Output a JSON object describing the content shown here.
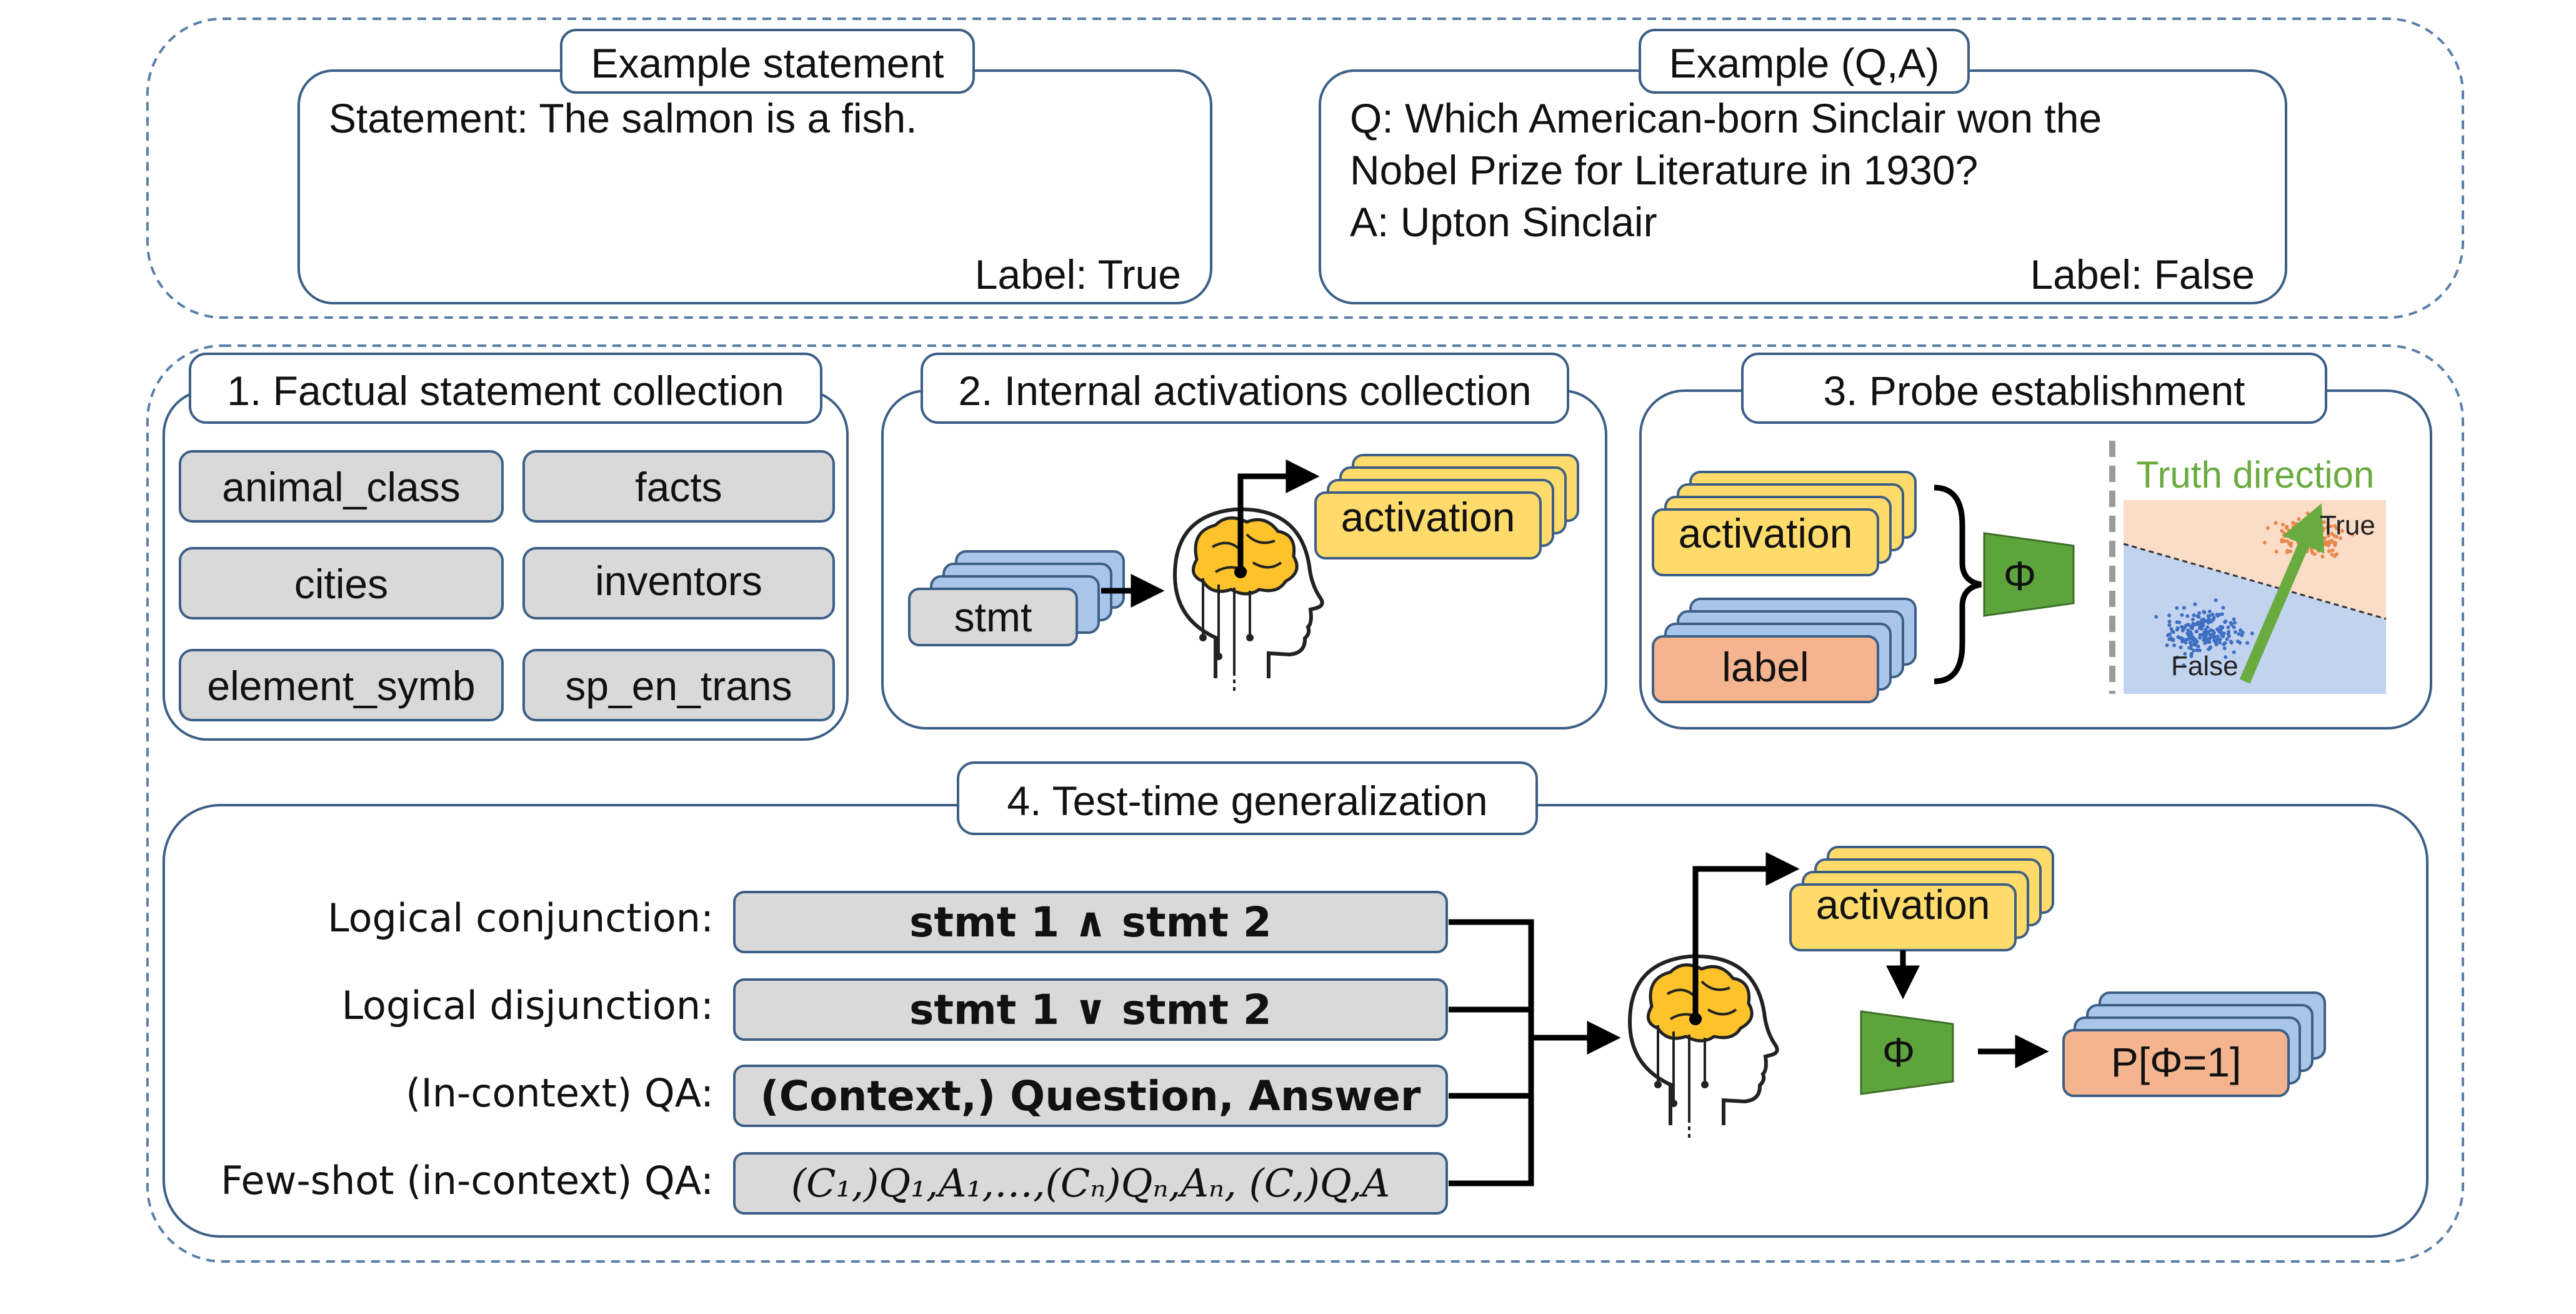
{
  "top": {
    "statement_tab": "Example statement",
    "statement_text": "Statement: The salmon is a fish.",
    "statement_label": "Label: True",
    "qa_tab": "Example (Q,A)",
    "qa_lines": [
      "Q: Which American-born Sinclair won the",
      "Nobel Prize for Literature in 1930?",
      "A: Upton Sinclair"
    ],
    "qa_label": "Label: False"
  },
  "step1": {
    "title": "1. Factual statement collection",
    "datasets": [
      "animal_class",
      "facts",
      "cities",
      "inventors",
      "element_symb",
      "sp_en_trans"
    ]
  },
  "step2": {
    "title": "2. Internal activations collection",
    "input": "stmt",
    "output": "activation"
  },
  "step3": {
    "title": "3. Probe establishment",
    "activation": "activation",
    "label": "label",
    "phi": "Φ",
    "truth_direction": "Truth direction",
    "true_label": "True",
    "false_label": "False"
  },
  "step4": {
    "title": "4. Test-time generalization",
    "rows": [
      {
        "label": "Logical conjunction:",
        "content": "stmt 1 ∧ stmt 2"
      },
      {
        "label": "Logical disjunction:",
        "content": "stmt 1 ∨ stmt 2"
      },
      {
        "label": "(In-context) QA:",
        "content": "(Context,) Question, Answer"
      },
      {
        "label": "Few-shot (in-context) QA:",
        "content": "(C₁,)Q₁,A₁,…,(Cₙ)Qₙ,Aₙ, (C,)Q,A"
      }
    ],
    "activation": "activation",
    "phi": "Φ",
    "output": "P[Φ=1]"
  },
  "colors": {
    "border": "#3d5f86",
    "gray": "#d9d9d9",
    "yellow": "#fedb6a",
    "blue": "#a9c6ea",
    "orange": "#f4b48f",
    "green": "#5ea43c",
    "truth_green": "#6aab3f"
  }
}
